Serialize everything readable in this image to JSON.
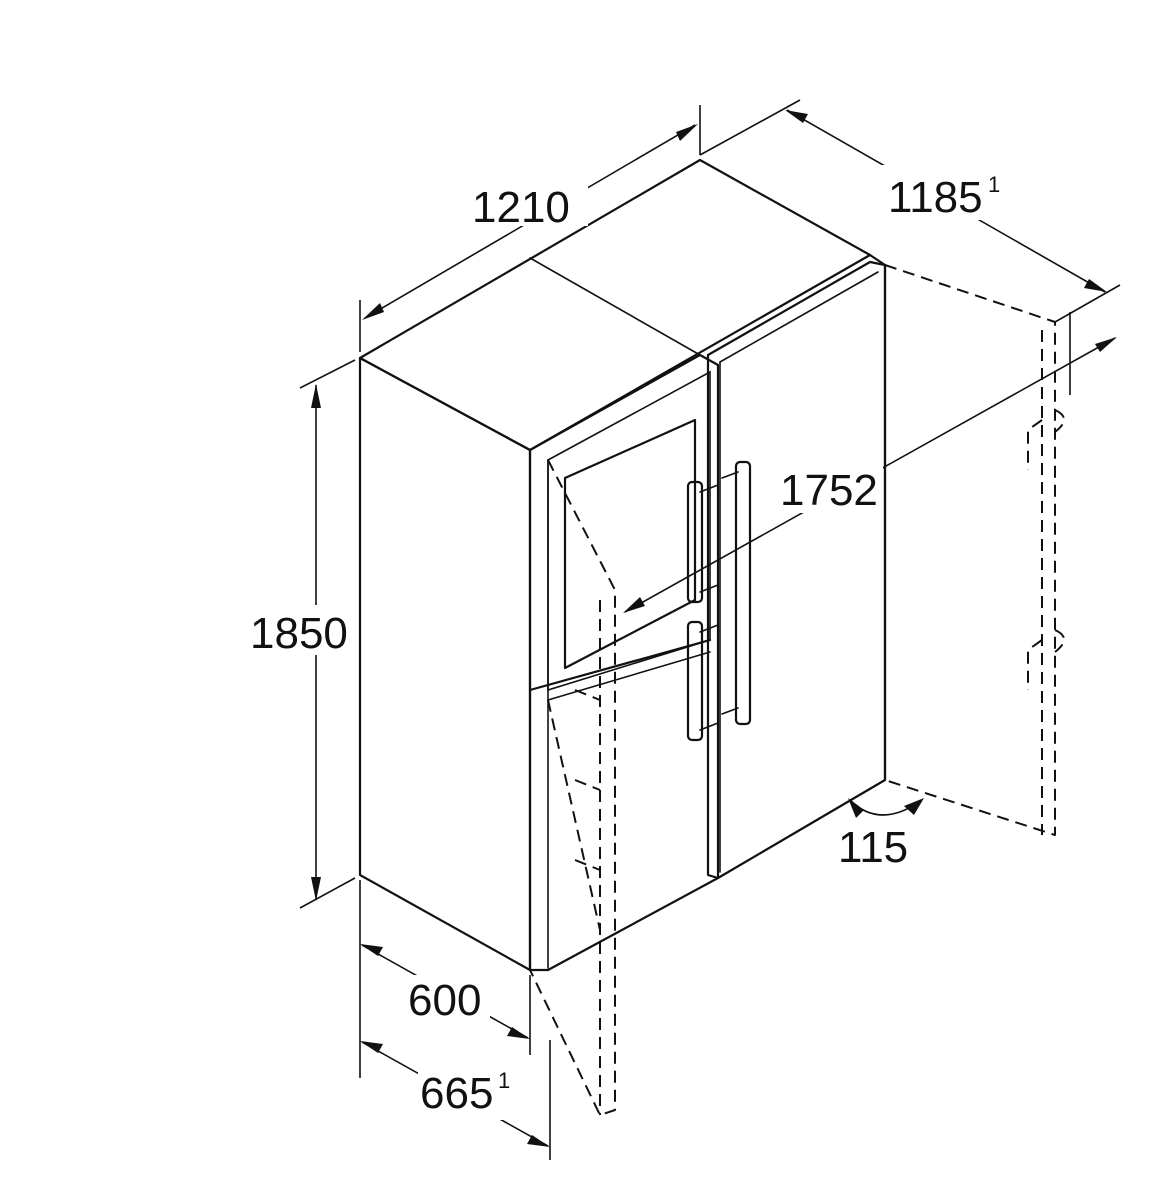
{
  "dimensions": {
    "width_total": "1210",
    "depth_with_doors": "1185",
    "depth_with_doors_note": "1",
    "open_door_depth": "1752",
    "height": "1850",
    "depth": "600",
    "depth_with_handle": "665",
    "depth_with_handle_note": "1",
    "door_angle": "115"
  }
}
